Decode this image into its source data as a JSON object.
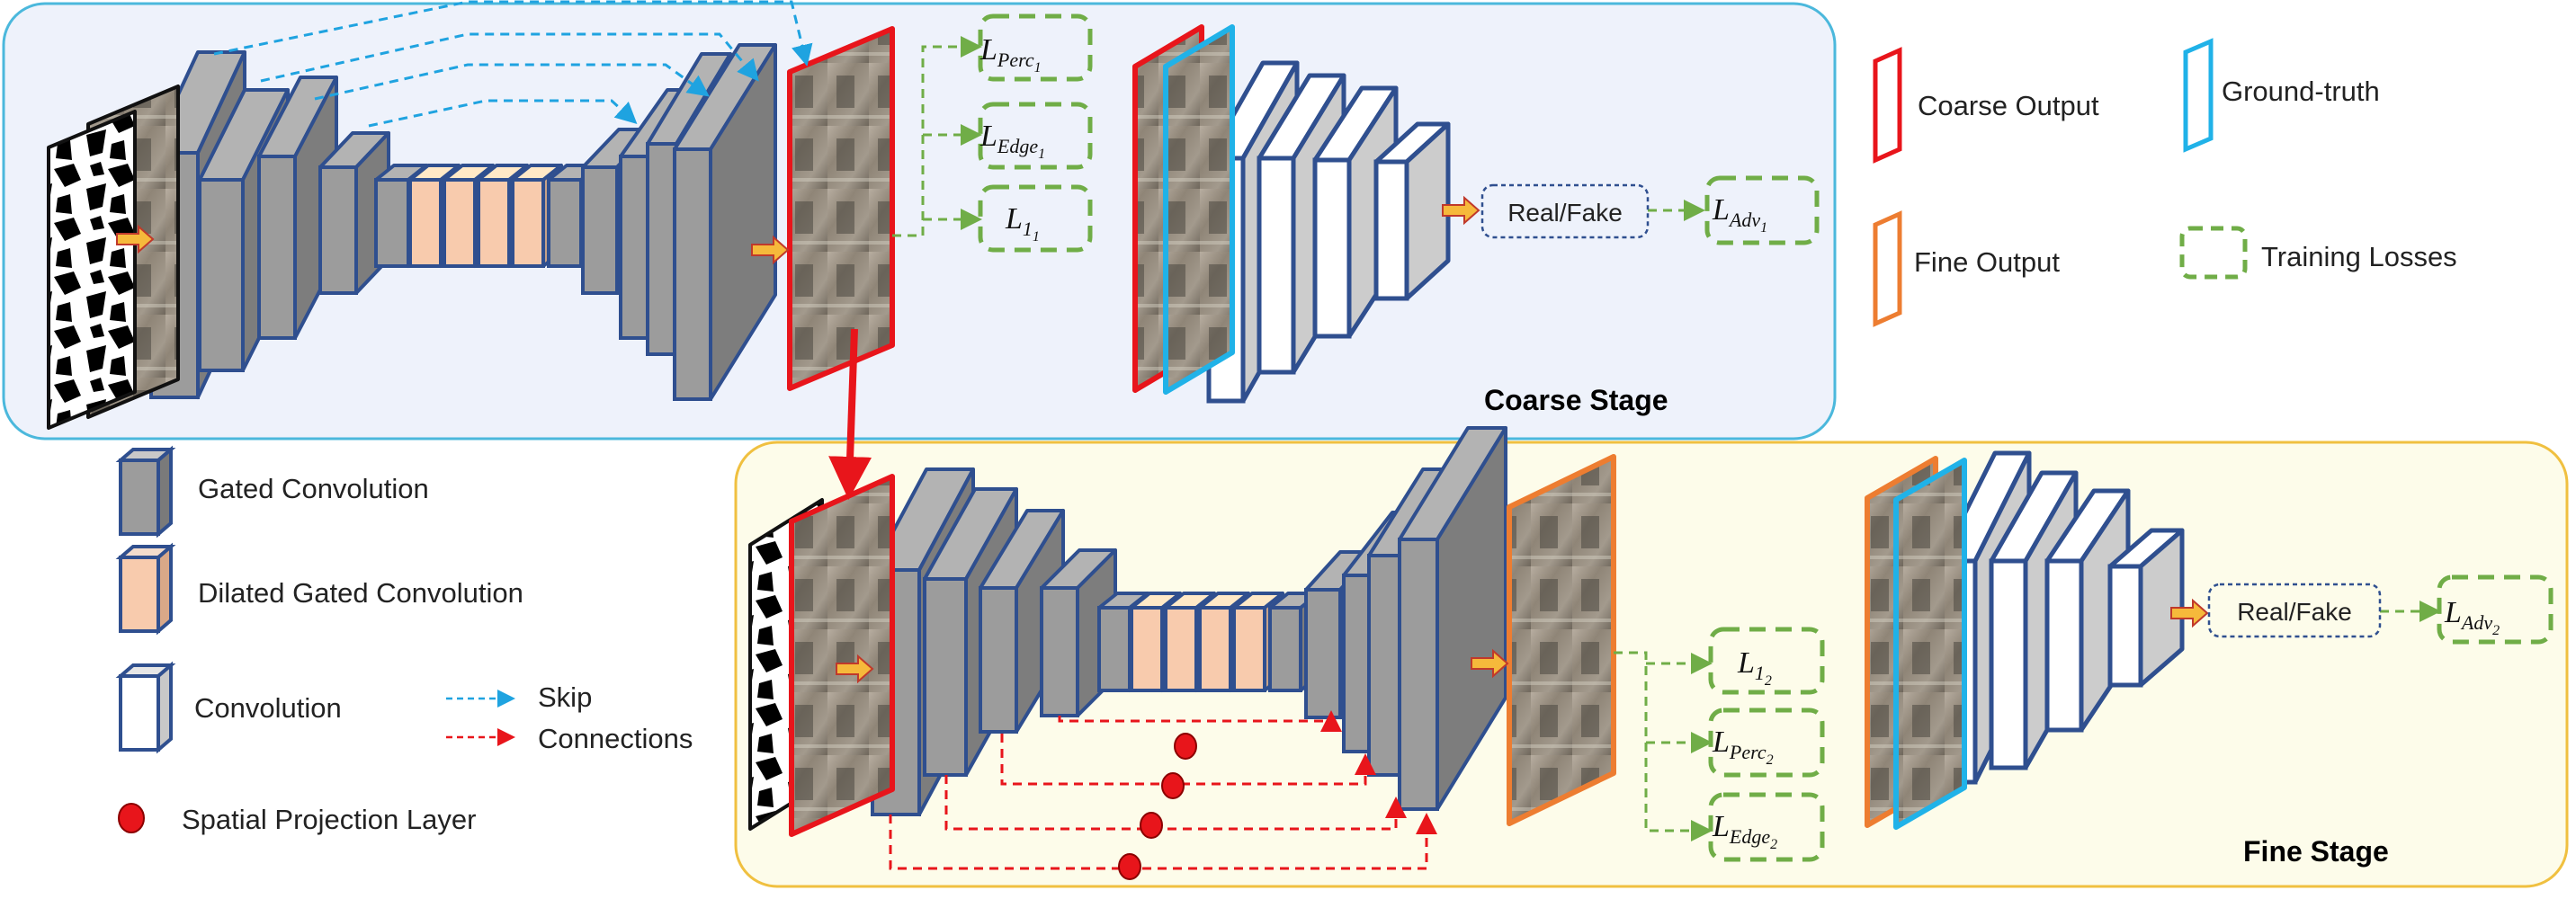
{
  "stages": {
    "coarse": {
      "title": "Coarse Stage"
    },
    "fine": {
      "title": "Fine Stage"
    }
  },
  "discriminator_label": "Real/Fake",
  "losses": {
    "perc1": {
      "base": "L",
      "sub": "Perc",
      "subsub": "1"
    },
    "edge1": {
      "base": "L",
      "sub": "Edge",
      "subsub": "1"
    },
    "l1_1": {
      "base": "L",
      "sub": "1",
      "subsub": "1"
    },
    "adv1": {
      "base": "L",
      "sub": "Adv",
      "subsub": "1"
    },
    "l1_2": {
      "base": "L",
      "sub": "1",
      "subsub": "2"
    },
    "perc2": {
      "base": "L",
      "sub": "Perc",
      "subsub": "2"
    },
    "edge2": {
      "base": "L",
      "sub": "Edge",
      "subsub": "2"
    },
    "adv2": {
      "base": "L",
      "sub": "Adv",
      "subsub": "2"
    }
  },
  "legend_top": {
    "coarse_output": "Coarse Output",
    "ground_truth": "Ground-truth",
    "fine_output": "Fine Output",
    "training_losses": "Training Losses"
  },
  "legend_left": {
    "gated_conv": "Gated Convolution",
    "dilated_gated_conv": "Dilated Gated Convolution",
    "conv": "Convolution",
    "skip": "Skip",
    "connections": "Connections",
    "spl": "Spatial Projection Layer"
  },
  "colors": {
    "gated_fill": "#9c9c9c",
    "dilated_fill": "#f8cbad",
    "block_border": "#2f4f8f",
    "coarse_output": "#e8151b",
    "ground_truth": "#20b2e8",
    "fine_output": "#ed7d31",
    "loss_green": "#70ad47",
    "skip_blue": "#1fa3e0",
    "skip_red": "#e8151b",
    "coarse_bg": "#eef2fb",
    "coarse_border": "#4bb8dc",
    "fine_bg": "#fdfcea",
    "fine_border": "#f0c040"
  }
}
